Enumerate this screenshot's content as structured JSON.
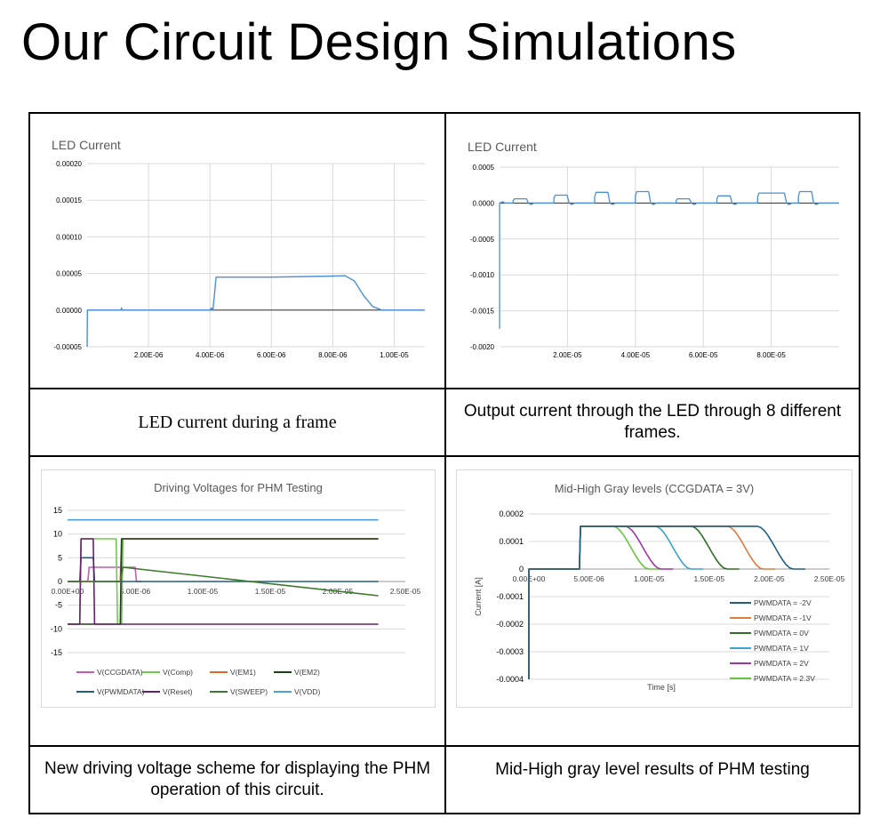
{
  "slide": {
    "title": "Our Circuit Design Simulations",
    "captions": [
      "LED current during a frame",
      "Output current through the LED through 8 different frames.",
      "New driving voltage scheme for displaying the PHM operation of this circuit.",
      "Mid-High gray level results of PHM testing"
    ]
  },
  "colors": {
    "excel_blue": "#4a8fd8",
    "grid": "#d9d9d9",
    "axis_text": "#404040"
  },
  "chart_data": [
    {
      "type": "line",
      "title": "LED Current",
      "xlabel": "",
      "ylabel": "",
      "xlim": [
        0,
        1.1e-05
      ],
      "ylim": [
        -5e-05,
        0.0002
      ],
      "x_ticks": [
        "2.00E-06",
        "4.00E-06",
        "6.00E-06",
        "8.00E-06",
        "1.00E-05"
      ],
      "x_tick_values": [
        2e-06,
        4e-06,
        6e-06,
        8e-06,
        1e-05
      ],
      "y_ticks": [
        "-0.00005",
        "0.00000",
        "0.00005",
        "0.00010",
        "0.00015",
        "0.00020"
      ],
      "y_tick_values": [
        -5e-05,
        0,
        5e-05,
        0.0001,
        0.00015,
        0.0002
      ],
      "grid": true,
      "series": [
        {
          "name": "",
          "color": "#4a8fd8",
          "x": [
            0,
            1e-10,
            1e-08,
            1.1e-06,
            1.12e-06,
            1.14e-06,
            4e-06,
            4.05e-06,
            4.1e-06,
            4.2e-06,
            6e-06,
            8e-06,
            8.4e-06,
            8.7e-06,
            9e-06,
            9.3e-06,
            9.6e-06,
            1.1e-05
          ],
          "y": [
            -5e-05,
            -5e-05,
            0,
            0,
            3e-06,
            0,
            0,
            3e-06,
            0,
            4.5e-05,
            4.5e-05,
            4.65e-05,
            4.7e-05,
            4e-05,
            2e-05,
            5e-06,
            0,
            0
          ]
        }
      ]
    },
    {
      "type": "line",
      "title": "LED Current",
      "xlabel": "",
      "ylabel": "",
      "xlim": [
        0,
        0.0001
      ],
      "ylim": [
        -0.002,
        0.0005
      ],
      "x_ticks": [
        "2.00E-05",
        "4.00E-05",
        "6.00E-05",
        "8.00E-05"
      ],
      "x_tick_values": [
        2e-05,
        4e-05,
        6e-05,
        8e-05
      ],
      "y_ticks": [
        "-0.0020",
        "-0.0015",
        "-0.0010",
        "-0.0005",
        "0.0000",
        "0.0005"
      ],
      "y_tick_values": [
        -0.002,
        -0.0015,
        -0.001,
        -0.0005,
        0,
        0.0005
      ],
      "grid": true,
      "series": [
        {
          "name": "",
          "color": "#4a8fd8",
          "pulses": [
            {
              "start": 4e-06,
              "end": 8.5e-06,
              "level": 6e-05
            },
            {
              "start": 1.6e-05,
              "end": 2.05e-05,
              "level": 0.00011
            },
            {
              "start": 2.8e-05,
              "end": 3.25e-05,
              "level": 0.00015
            },
            {
              "start": 4e-05,
              "end": 4.45e-05,
              "level": 0.00016
            },
            {
              "start": 5.2e-05,
              "end": 5.65e-05,
              "level": 6e-05
            },
            {
              "start": 6.4e-05,
              "end": 6.85e-05,
              "level": 0.0001
            },
            {
              "start": 7.6e-05,
              "end": 8.45e-05,
              "level": 0.00014
            },
            {
              "start": 8.8e-05,
              "end": 9.25e-05,
              "level": 0.00016
            }
          ],
          "initial_spike": -0.00175
        }
      ]
    },
    {
      "type": "line",
      "title": "Driving Voltages for PHM Testing",
      "xlabel": "",
      "ylabel": "",
      "xlim": [
        0,
        2.5e-05
      ],
      "ylim": [
        -15,
        15
      ],
      "x_ticks": [
        "0.00E+00",
        "5.00E-06",
        "1.00E-05",
        "1.50E-05",
        "2.00E-05",
        "2.50E-05"
      ],
      "x_tick_values": [
        0,
        5e-06,
        1e-05,
        1.5e-05,
        2e-05,
        2.5e-05
      ],
      "y_ticks": [
        "-15",
        "-10",
        "-5",
        "0",
        "5",
        "10",
        "15"
      ],
      "y_tick_values": [
        -15,
        -10,
        -5,
        0,
        5,
        10,
        15
      ],
      "grid": true,
      "legend_position": "bottom",
      "series": [
        {
          "name": "V(CCGDATA)",
          "color": "#c75bb6",
          "x": [
            0,
            1.5e-06,
            1.6e-06,
            3e-06,
            3.1e-06,
            5e-06,
            5.1e-06,
            5.5e-06
          ],
          "y": [
            0,
            0,
            3,
            3,
            3,
            3,
            0,
            0
          ]
        },
        {
          "name": "V(Comp)",
          "color": "#70c850",
          "x": [
            0,
            9e-07,
            1e-06,
            3.6e-06,
            3.7e-06,
            4e-06,
            4.1e-06,
            2.3e-05
          ],
          "y": [
            -9,
            -9,
            9,
            9,
            -9,
            -9,
            9,
            9
          ]
        },
        {
          "name": "V(EM1)",
          "color": "#e0662a",
          "x": [
            0,
            3.9e-06,
            4e-06,
            2.3e-05
          ],
          "y": [
            0,
            0,
            9,
            9
          ]
        },
        {
          "name": "V(EM2)",
          "color": "#203f18",
          "x": [
            0,
            3.9e-06,
            4e-06,
            2.3e-05
          ],
          "y": [
            -9,
            -9,
            9,
            9
          ]
        },
        {
          "name": "V(PWMDATA)",
          "color": "#215f82",
          "x": [
            0,
            9e-07,
            1e-06,
            1.9e-06,
            2e-06,
            2.3e-05
          ],
          "y": [
            0,
            0,
            5,
            5,
            0,
            0
          ]
        },
        {
          "name": "V(Reset)",
          "color": "#6b1e6e",
          "x": [
            0,
            9e-07,
            1e-06,
            1.9e-06,
            2e-06,
            2.3e-05
          ],
          "y": [
            -9,
            -9,
            9,
            9,
            -9,
            -9
          ]
        },
        {
          "name": "V(SWEEP)",
          "color": "#3a7a2a",
          "x": [
            0,
            3.9e-06,
            4.1e-06,
            2.3e-05
          ],
          "y": [
            0,
            0,
            3,
            -3
          ]
        },
        {
          "name": "V(VDD)",
          "color": "#4aa0d8",
          "x": [
            0,
            2.3e-05
          ],
          "y": [
            13,
            13
          ]
        }
      ]
    },
    {
      "type": "line",
      "title": "Mid-High Gray levels (CCGDATA = 3V)",
      "xlabel": "Time [s]",
      "ylabel": "Current [A]",
      "xlim": [
        0,
        2.5e-05
      ],
      "ylim": [
        -0.0004,
        0.0002
      ],
      "x_ticks": [
        "0.00E+00",
        "5.00E-06",
        "1.00E-05",
        "1.50E-05",
        "2.00E-05",
        "2.50E-05"
      ],
      "x_tick_values": [
        0,
        5e-06,
        1e-05,
        1.5e-05,
        2e-05,
        2.5e-05
      ],
      "y_ticks": [
        "-0.0004",
        "-0.0003",
        "-0.0002",
        "-0.0001",
        "0",
        "0.0001",
        "0.0002"
      ],
      "y_tick_values": [
        -0.0004,
        -0.0003,
        -0.0002,
        -0.0001,
        0,
        0.0001,
        0.0002
      ],
      "grid": true,
      "legend_position": "bottom-right",
      "plateau": 0.000155,
      "rise_start": 4.2e-06,
      "series": [
        {
          "name": "PWMDATA = -2V",
          "color": "#215f82",
          "fall": 2.15e-05
        },
        {
          "name": "PWMDATA = -1V",
          "color": "#e07b39",
          "fall": 1.9e-05
        },
        {
          "name": "PWMDATA = 0V",
          "color": "#2f6f24",
          "fall": 1.6e-05
        },
        {
          "name": "PWMDATA = 1V",
          "color": "#3aa3d0",
          "fall": 1.3e-05
        },
        {
          "name": "PWMDATA = 2V",
          "color": "#a036a8",
          "fall": 1.05e-05
        },
        {
          "name": "PWMDATA = 2.3V",
          "color": "#69c443",
          "fall": 9.5e-06
        }
      ]
    }
  ]
}
